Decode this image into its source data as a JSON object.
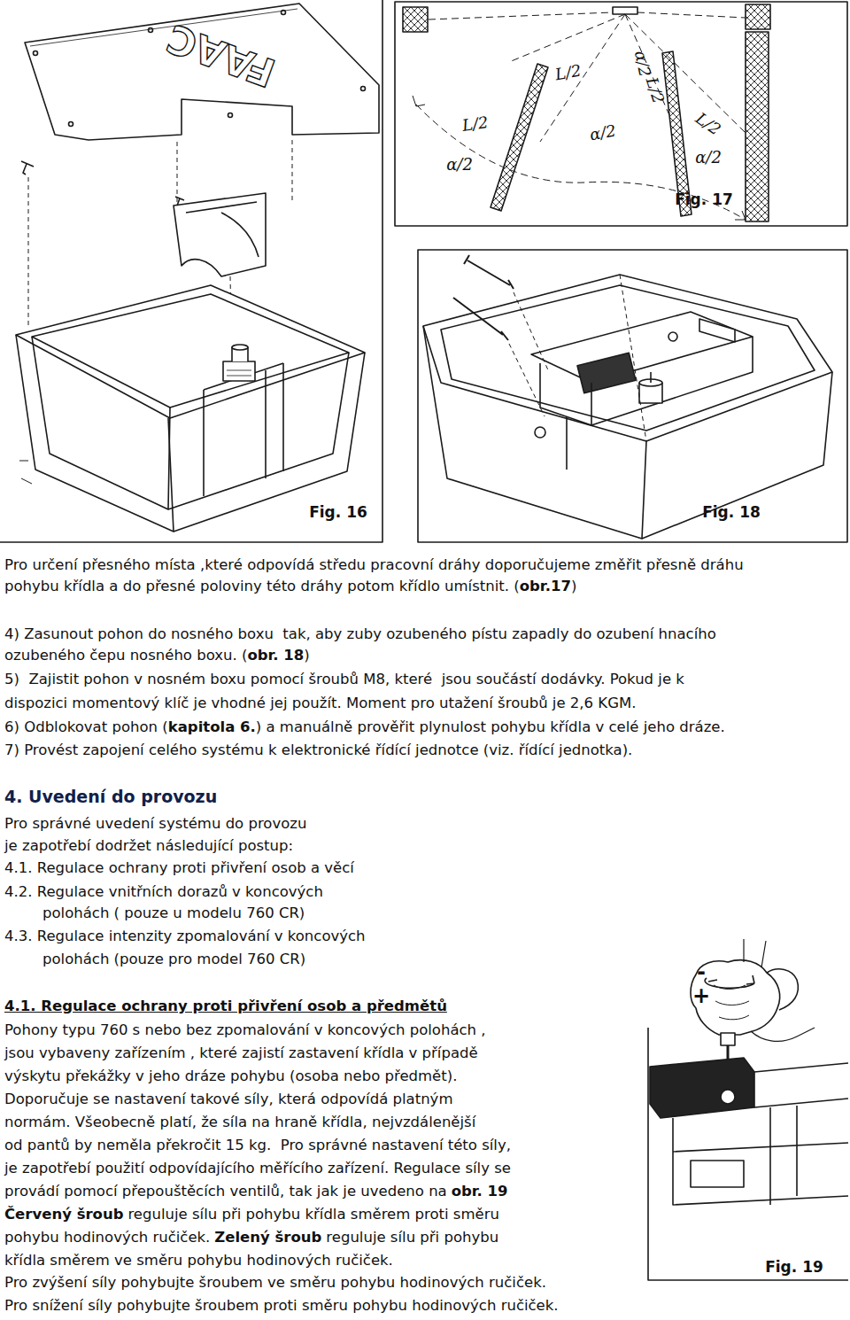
{
  "diagram": {
    "labels": [
      "FAAC",
      "Fig. 16",
      "L/2",
      "L/2",
      "L/2",
      "L/2",
      "α/2",
      "α/2",
      "α/2",
      "α/2",
      "Fig. 17",
      "Fig. 18",
      "-",
      "+",
      "Fig. 19",
      "Pro určení přesného místa ,které odpovídá středu pracovní dráhy doporučujeme změřit přesně dráhu",
      "pohybu křídla a do přesné poloviny této dráhy potom křídlo umístnit. (",
      "obr.17",
      ")",
      "4) Zasunout pohon do nosného boxu  tak, aby zuby ozubeného pístu zapadly do ozubení hnacího",
      "ozubeného čepu nosného boxu. (",
      "obr. 18",
      ")",
      "5)  Zajistit pohon v nosném boxu pomocí šroubů M8, které  jsou součástí dodávky. Pokud je k",
      "dispozici momentový klíč je vhodné jej použít. Moment pro utažení šroubů je 2,6 KGM.",
      "6) Odblokovat pohon (",
      "kapitola 6.",
      ") a manuálně prověřit plynulost pohybu křídla v celé jeho dráze.",
      "7) Provést zapojení celého systému k elektronické řídící jednotce (viz. řídící jednotka).",
      "4. Uvedení do provozu",
      "Pro správné uvedení systému do provozu",
      "je zapotřebí dodržet následující postup:",
      "4.1. Regulace ochrany proti přivření osob a věcí",
      "4.2. Regulace vnitřních dorazů v koncových",
      "polohách ( pouze u modelu 760 CR)",
      "4.3. Regulace intenzity zpomalování v koncových",
      "polohách (pouze pro model 760 CR)",
      "4.1. Regulace ochrany proti přivření osob a předmětů",
      "Pohony typu 760 s nebo bez zpomalování v koncových polohách ,",
      "jsou vybaveny zařízením , které zajistí zastavení křídla v případě",
      "výskytu překážky v jeho dráze pohybu (osoba nebo předmět).",
      "Doporučuje se nastavení takové síly, která odpovídá platným",
      "normám. Všeobecně platí, že síla na hraně křídla, nejvzdálenější",
      "od pantů by neměla překročit 15 kg.  Pro správné nastavení této síly,",
      "je zapotřebí použití odpovídajícího měřícího zařízení. Regulace síly se",
      "provádí pomocí přepouštěcích ventilů, tak jak je uvedeno na",
      "obr. 19",
      "Červený šroub",
      "reguluje sílu při pohybu křídla směrem proti směru",
      "pohybu hodinových ručiček.",
      "Zelený šroub",
      "reguluje sílu při pohybu",
      "křídla směrem ve směru pohybu hodinových ručiček.",
      "Pro zvýšení síly pohybujte šroubem ve směru pohybu hodinových ručiček.",
      "Pro snížení síly pohybujte šroubem proti směru pohybu hodinových ručiček."
    ]
  }
}
